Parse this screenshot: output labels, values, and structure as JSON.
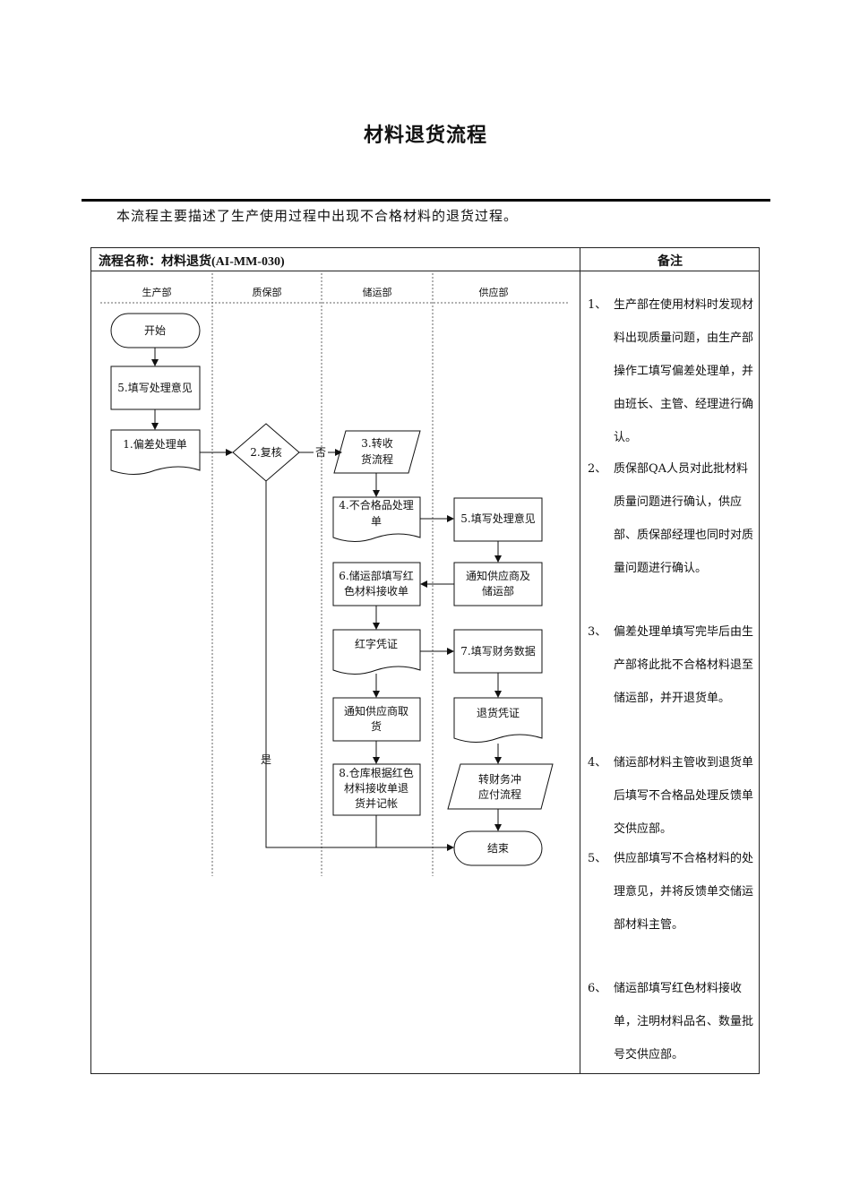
{
  "title": "材料退货流程",
  "intro": "本流程主要描述了生产使用过程中出现不合格材料的退货过程。",
  "table": {
    "process_name": "流程名称：材料退货(AI-MM-030)",
    "notes_header": "备注"
  },
  "lanes": [
    "生产部",
    "质保部",
    "储运部",
    "供应部"
  ],
  "nodes": {
    "start": "开始",
    "n5a": "5.填写处理意见",
    "n1": "1.偏差处理单",
    "n2": "2.复核",
    "n3a": "3.转收",
    "n3b": "货流程",
    "n4a": "4.不合格品处理",
    "n4b": "单",
    "n5b": "5.填写处理意见",
    "n6a": "6.储运部填写红",
    "n6b": "色材料接收单",
    "notify1a": "通知供应商及",
    "notify1b": "储运部",
    "redv": "红字凭证",
    "n7": "7.填写财务数据",
    "notify2a": "通知供应商取",
    "notify2b": "货",
    "retv": "退货凭证",
    "n8a": "8.仓库根据红色",
    "n8b": "材料接收单退",
    "n8c": "货并记帐",
    "fina": "转财务冲",
    "finb": "应付流程",
    "end": "结束",
    "no": "否",
    "yes": "是"
  },
  "notes": [
    {
      "num": "1、",
      "text": "生产部在使用材料时发现材料出现质量问题，由生产部操作工填写偏差处理单，并由班长、主管、经理进行确认。"
    },
    {
      "num": "2、",
      "text": "质保部QA人员对此批材料质量问题进行确认，供应部、质保部经理也同时对质量问题进行确认。"
    },
    {
      "num": "3、",
      "text": "偏差处理单填写完毕后由生产部将此批不合格材料退至储运部，并开退货单。"
    },
    {
      "num": "4、",
      "text": "储运部材料主管收到退货单后填写不合格品处理反馈单交供应部。"
    },
    {
      "num": "5、",
      "text": "供应部填写不合格材料的处理意见，并将反馈单交储运部材料主管。"
    },
    {
      "num": "6、",
      "text": "储运部填写红色材料接收单，注明材料品名、数量批号交供应部。"
    }
  ]
}
